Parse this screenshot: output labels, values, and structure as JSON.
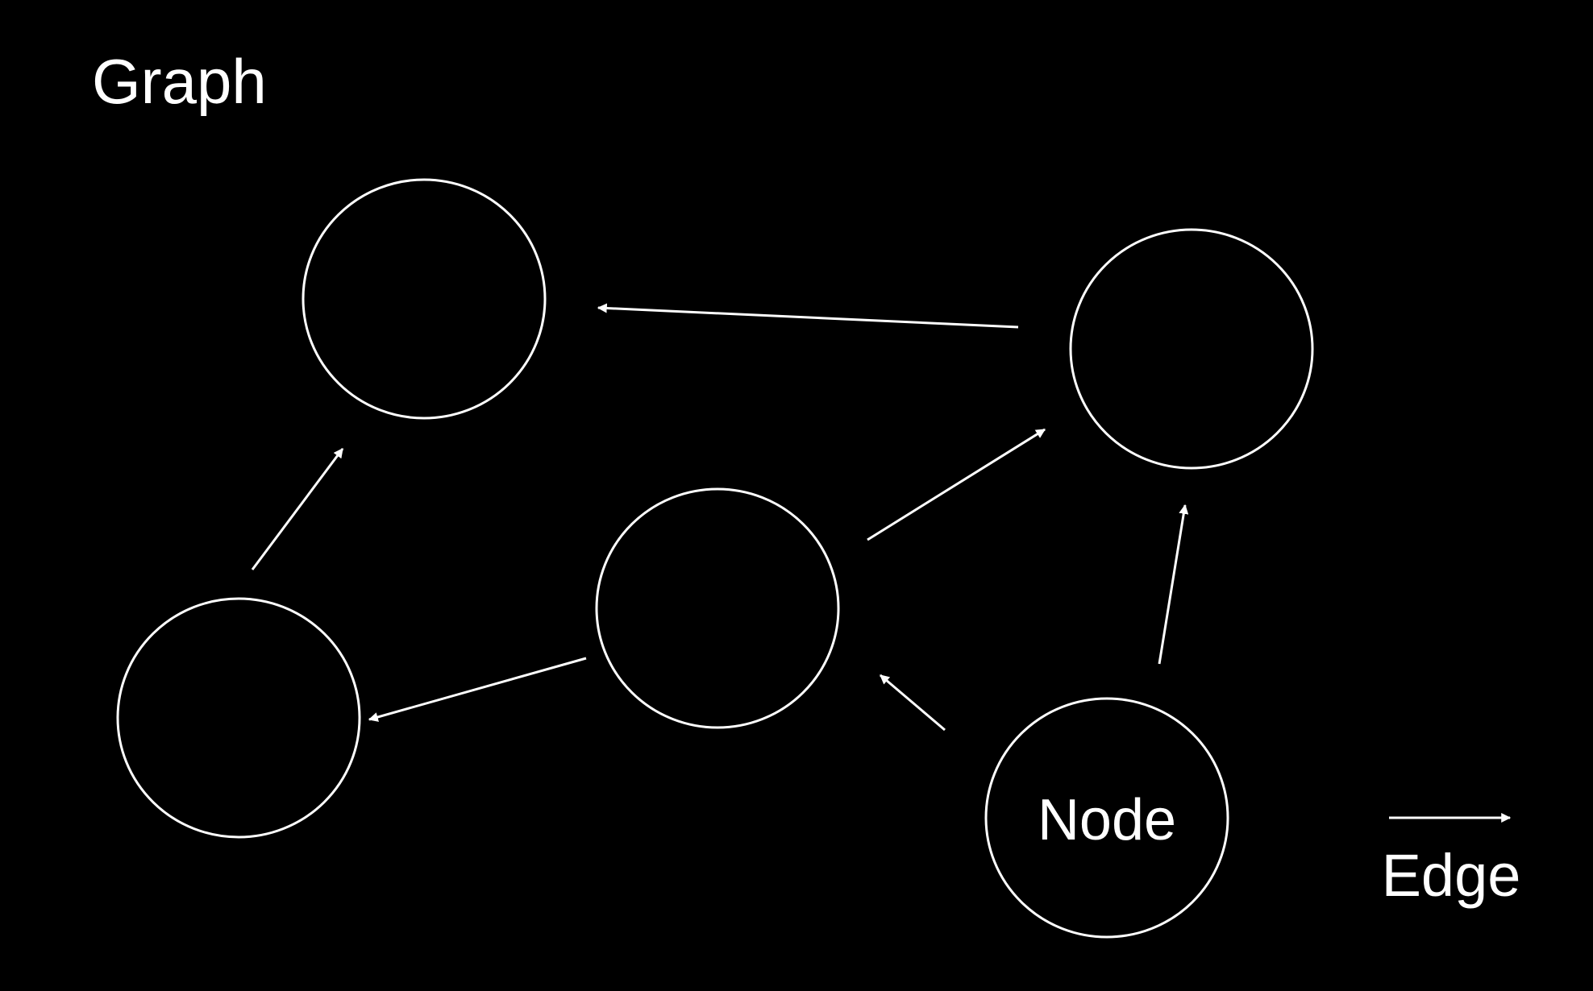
{
  "title": "Graph",
  "node_label": "Node",
  "legend": {
    "edge_label": "Edge"
  },
  "colors": {
    "background": "#000000",
    "stroke": "#ffffff",
    "text": "#ffffff"
  }
}
